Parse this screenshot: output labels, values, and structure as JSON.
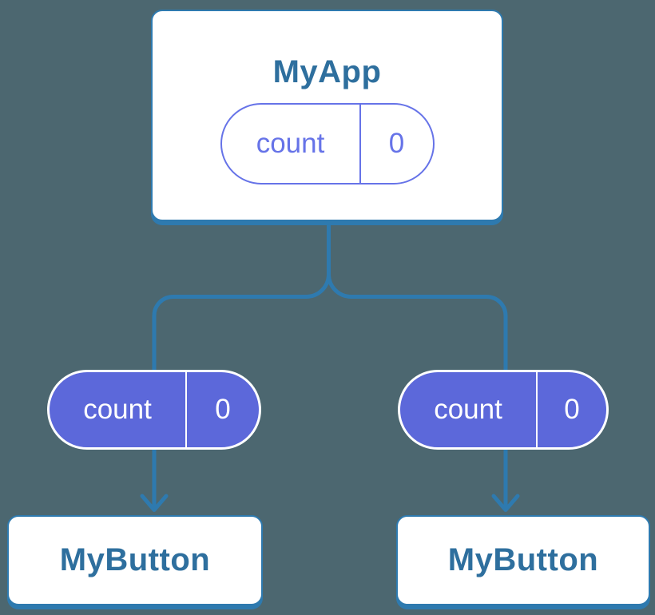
{
  "theme": {
    "background": "#4C6770",
    "line": "#2E7AAF",
    "heading": "#2E6F9E",
    "purple": "#6673E8",
    "pill_fill": "#5C68DA",
    "card_bg": "#FFFFFF",
    "pill_text_on_fill": "#FFFFFF"
  },
  "diagram": {
    "root_component": {
      "title": "MyApp",
      "state_pill": {
        "name": "count",
        "value": "0"
      }
    },
    "children": [
      {
        "title": "MyButton",
        "prop_pill": {
          "name": "count",
          "value": "0"
        }
      },
      {
        "title": "MyButton",
        "prop_pill": {
          "name": "count",
          "value": "0"
        }
      }
    ]
  }
}
